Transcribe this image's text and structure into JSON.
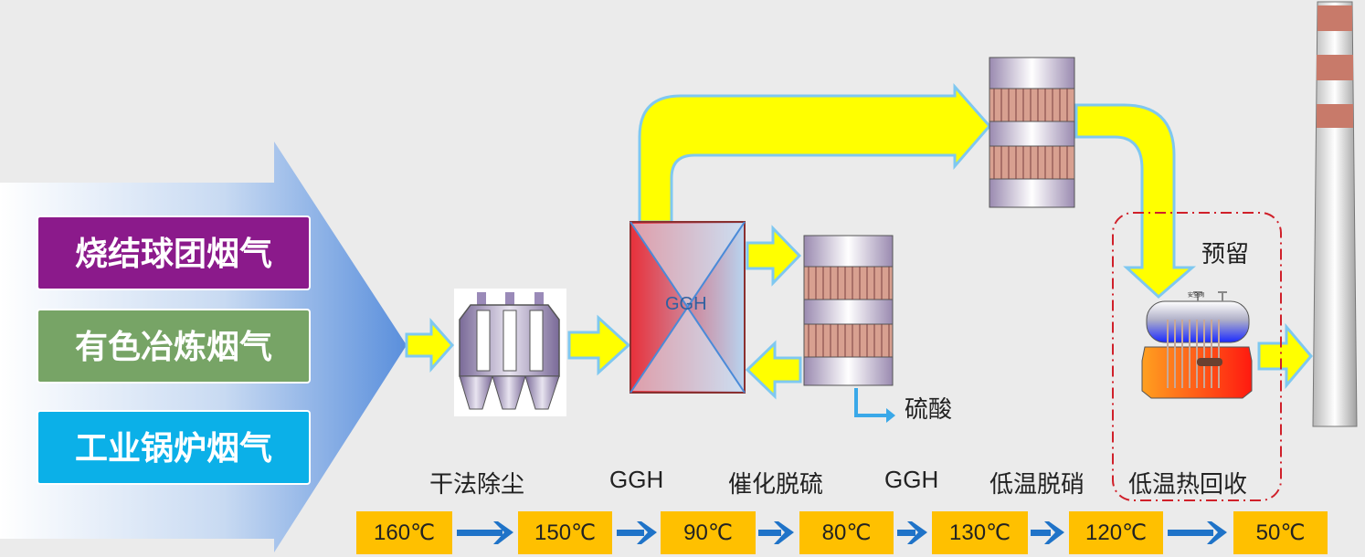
{
  "sources": [
    {
      "label": "烧结球团烟气",
      "color": "#8b1a8b"
    },
    {
      "label": "有色冶炼烟气",
      "color": "#77a466"
    },
    {
      "label": "工业锅炉烟气",
      "color": "#0bb0e8"
    }
  ],
  "ggh_label": "GGH",
  "sulfuric_acid": "硫酸",
  "reserved": "预留",
  "boiler_tag": "安全阀",
  "stages": [
    "干法除尘",
    "GGH",
    "催化脱硫",
    "GGH",
    "低温脱硝",
    "低温热回收"
  ],
  "temperatures": [
    "160℃",
    "150℃",
    "90℃",
    "80℃",
    "130℃",
    "120℃",
    "50℃"
  ],
  "colors": {
    "flow_arrow": "#ffff00",
    "flow_outline": "#7fc8f0",
    "temp_box": "#ffc000",
    "step_arrow": "#1f73c8",
    "reserve_border": "#d0202a"
  }
}
